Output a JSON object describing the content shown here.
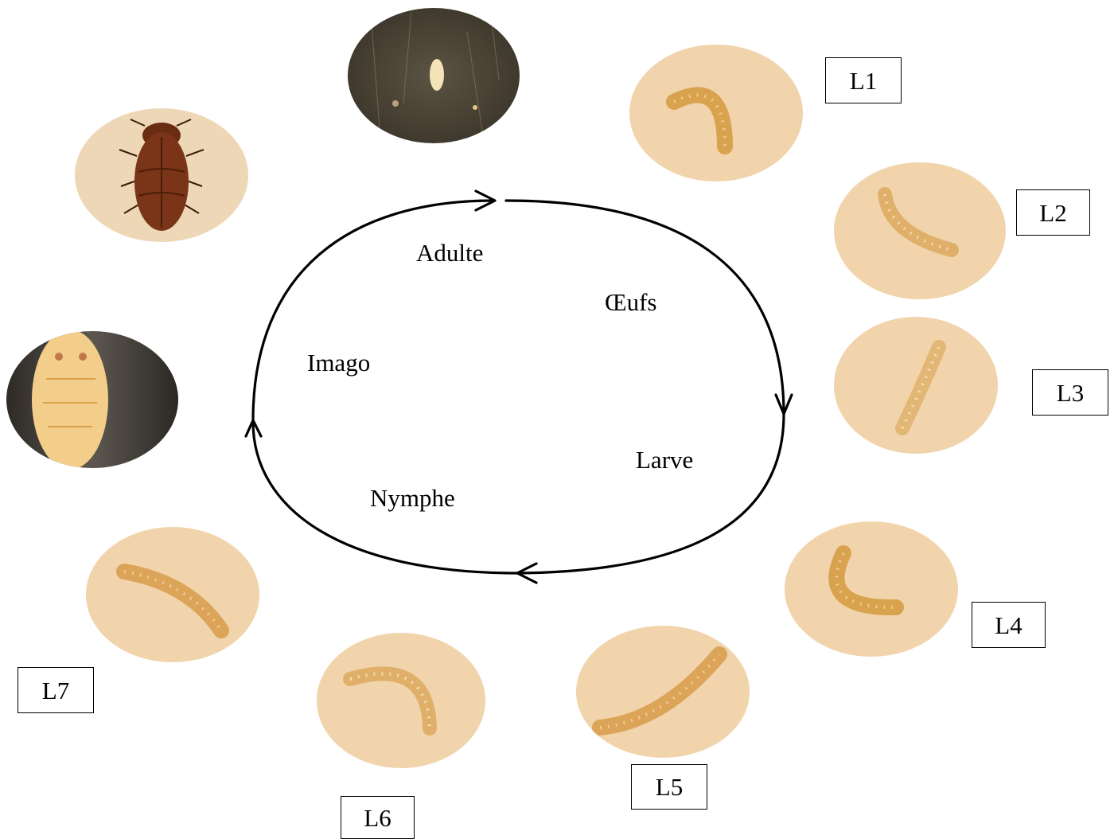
{
  "cycle": {
    "stages": {
      "adult": "Adulte",
      "eggs": "Œufs",
      "larva": "Larve",
      "nymph": "Nymphe",
      "imago": "Imago"
    }
  },
  "instars": [
    "L1",
    "L2",
    "L3",
    "L4",
    "L5",
    "L6",
    "L7"
  ],
  "colors": {
    "arrow": "#000000",
    "photo_background": "#f0d6b2",
    "larva_body": "#d9a24e",
    "adult_body": "#7a3417",
    "egg_background": "#4a4234",
    "pupa_body": "#f3cd8a"
  },
  "icons": {
    "cycle_arrows": "clockwise-cycle-arrow-icon",
    "photos": [
      "egg-photo",
      "larva-photo",
      "adult-beetle-photo",
      "pupa-photo"
    ]
  }
}
